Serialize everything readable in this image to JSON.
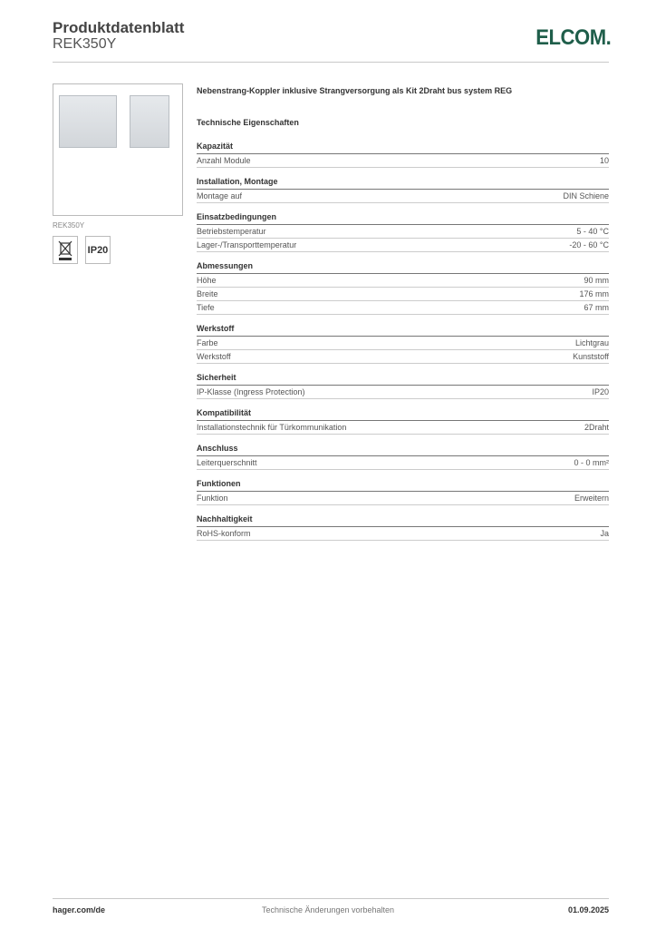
{
  "header": {
    "title": "Produktdatenblatt",
    "product_code": "REK350Y",
    "logo": "ELCOM.",
    "logo_color": "#1f5e4a"
  },
  "image": {
    "caption": "REK350Y"
  },
  "badges": {
    "weee_icon": "weee-crossed-bin-icon",
    "ip": "IP20"
  },
  "main": {
    "description": "Nebenstrang-Koppler inklusive Strangversorgung als Kit 2Draht bus system REG",
    "section_title": "Technische Eigenschaften",
    "sections": [
      {
        "title": "Kapazität",
        "rows": [
          {
            "label": "Anzahl Module",
            "value": "10"
          }
        ]
      },
      {
        "title": "Installation, Montage",
        "rows": [
          {
            "label": "Montage auf",
            "value": "DIN Schiene"
          }
        ]
      },
      {
        "title": "Einsatzbedingungen",
        "rows": [
          {
            "label": "Betriebstemperatur",
            "value": "5 - 40 °C"
          },
          {
            "label": "Lager-/Transporttemperatur",
            "value": "-20 - 60 °C"
          }
        ]
      },
      {
        "title": "Abmessungen",
        "rows": [
          {
            "label": "Höhe",
            "value": "90 mm"
          },
          {
            "label": "Breite",
            "value": "176 mm"
          },
          {
            "label": "Tiefe",
            "value": "67 mm"
          }
        ]
      },
      {
        "title": "Werkstoff",
        "rows": [
          {
            "label": "Farbe",
            "value": "Lichtgrau"
          },
          {
            "label": "Werkstoff",
            "value": "Kunststoff"
          }
        ]
      },
      {
        "title": "Sicherheit",
        "rows": [
          {
            "label": "IP-Klasse (Ingress Protection)",
            "value": "IP20"
          }
        ]
      },
      {
        "title": "Kompatibilität",
        "rows": [
          {
            "label": "Installationstechnik für Türkommunikation",
            "value": "2Draht"
          }
        ]
      },
      {
        "title": "Anschluss",
        "rows": [
          {
            "label": "Leiterquerschnitt",
            "value": "0 - 0 mm²"
          }
        ]
      },
      {
        "title": "Funktionen",
        "rows": [
          {
            "label": "Funktion",
            "value": "Erweitern"
          }
        ]
      },
      {
        "title": "Nachhaltigkeit",
        "rows": [
          {
            "label": "RoHS-konform",
            "value": "Ja"
          }
        ]
      }
    ]
  },
  "footer": {
    "left": "hager.com/de",
    "center": "Technische Änderungen vorbehalten",
    "right": "01.09.2025"
  }
}
